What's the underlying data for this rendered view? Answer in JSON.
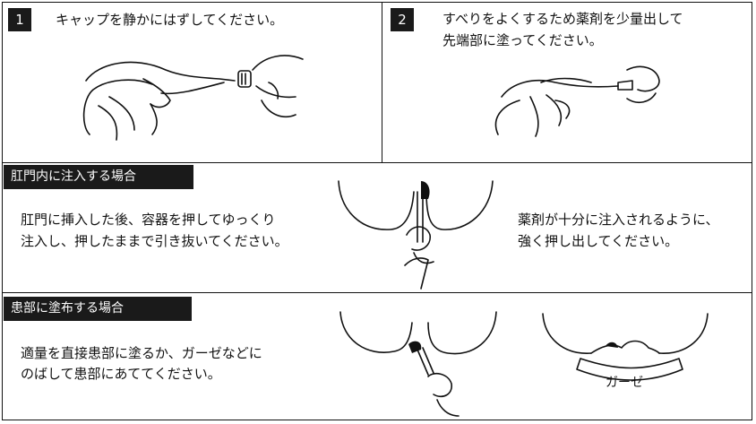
{
  "steps": [
    {
      "number": "1",
      "text": "キャップを静かにはずしてください。"
    },
    {
      "number": "2",
      "line1": "すべりをよくするため薬剤を少量出して",
      "line2": "先端部に塗ってください。"
    }
  ],
  "section_rectal": {
    "heading": "肛門内に注入する場合",
    "left_line1": "肛門に挿入した後、容器を押してゆっくり",
    "left_line2": "注入し、押したままで引き抜いてください。",
    "right_line1": "薬剤が十分に注入されるように、",
    "right_line2": "強く押し出してください。"
  },
  "section_topical": {
    "heading": "患部に塗布する場合",
    "line1": "適量を直接患部に塗るか、ガーゼなどに",
    "line2": "のばして患部にあててください。",
    "gauze_label": "ガーゼ"
  }
}
